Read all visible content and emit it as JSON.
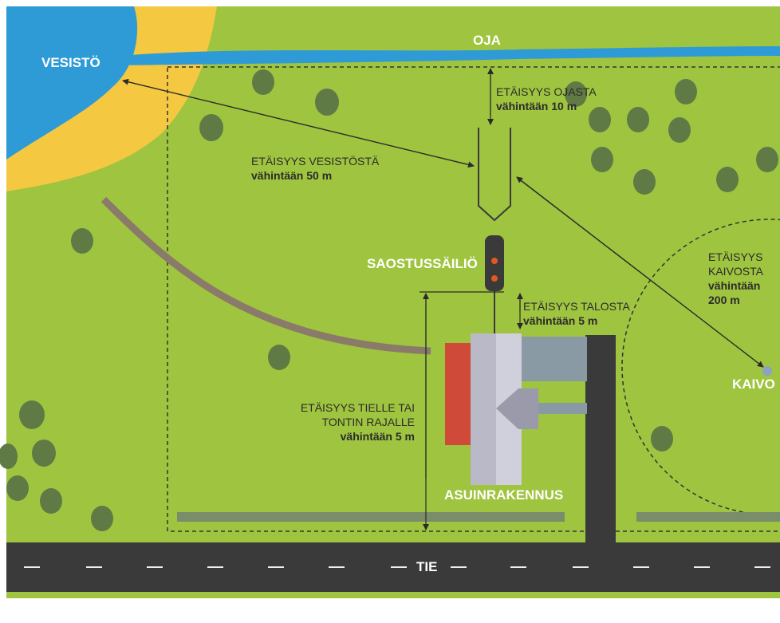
{
  "labels": {
    "water": "VESISTÖ",
    "ditch": "OJA",
    "tank": "SAOSTUSSÄILIÖ",
    "house": "ASUINRAKENNUS",
    "well": "KAIVO",
    "road": "TIE"
  },
  "distances": {
    "ditch": {
      "line1": "ETÄISYYS OJASTA",
      "line2": "vähintään 10 m"
    },
    "water": {
      "line1": "ETÄISYYS VESISTÖSTÄ",
      "line2": "vähintään 50 m"
    },
    "house": {
      "line1": "ETÄISYYS TALOSTA",
      "line2": "vähintään 5 m"
    },
    "road": {
      "line1": "ETÄISYYS TIELLE TAI",
      "line2": "TONTIN RAJALLE",
      "line3": "vähintään 5 m"
    },
    "well": {
      "line1": "ETÄISYYS",
      "line2": "KAIVOSTA",
      "line3": "vähintään",
      "line4": "200 m"
    }
  },
  "colors": {
    "grass": "#9fc43f",
    "water": "#2e9bd6",
    "sand": "#f5c842",
    "road": "#3a3a3a",
    "house_wall": "#d04a3a",
    "tree": "#5f7a45"
  }
}
